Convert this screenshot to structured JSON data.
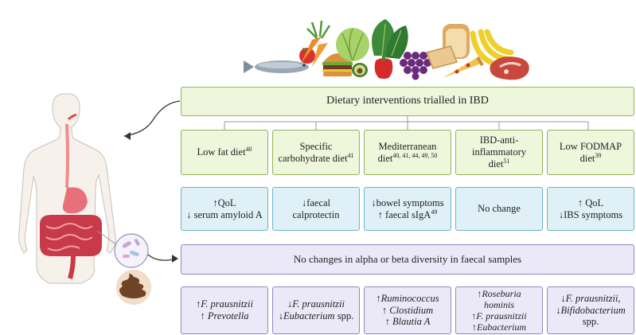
{
  "title": "Dietary interventions trialled in IBD",
  "diets": [
    {
      "name": "Low fat diet",
      "refs": "40"
    },
    {
      "name_l1": "Specific",
      "name_l2": "carbohydrate diet",
      "refs": "41"
    },
    {
      "name_l1": "Mediterranean",
      "name_l2": "diet",
      "refs": "40, 41, 44, 49, 50"
    },
    {
      "name_l1": "IBD-anti-",
      "name_l2": "inflammatory",
      "name_l3": "diet",
      "refs": "51"
    },
    {
      "name_l1": "Low FODMAP",
      "name_l2": "diet",
      "refs": "39"
    }
  ],
  "outcomes": [
    {
      "l1": "↑QoL",
      "l2": "↓ serum amyloid A"
    },
    {
      "l1": "↓faecal",
      "l2": "calprotectin"
    },
    {
      "l1": "↓bowel symptoms",
      "l2": "↑ faecal sIgA",
      "l2_ref": "49"
    },
    {
      "l1": "No change"
    },
    {
      "l1": "↑ QoL",
      "l2": "↓IBS symptoms"
    }
  ],
  "diversity": "No changes in alpha or beta diversity in faecal samples",
  "microbiota": [
    {
      "lines": [
        [
          "↑",
          "F. prausnitzii",
          ""
        ],
        [
          "↑ ",
          "Prevotella",
          ""
        ]
      ]
    },
    {
      "lines": [
        [
          "↓",
          "F. prausnitzii",
          ""
        ],
        [
          "↓",
          "Eubacterium",
          " spp."
        ]
      ]
    },
    {
      "lines": [
        [
          "↑",
          "Ruminococcus",
          ""
        ],
        [
          "↑ ",
          "Clostidium",
          ""
        ],
        [
          "↑ ",
          "Blautia A",
          ""
        ]
      ]
    },
    {
      "lines": [
        [
          "↑",
          "Roseburia",
          ""
        ],
        [
          "",
          "hominis",
          ""
        ],
        [
          "↑",
          "F. prausnitzii",
          ""
        ],
        [
          "↑",
          "Eubacterium",
          ""
        ]
      ]
    },
    {
      "lines": [
        [
          "↓",
          "F. prausnitzii,",
          ""
        ],
        [
          "↓",
          "Bifidobacterium",
          ""
        ],
        [
          "",
          "",
          "spp."
        ]
      ]
    }
  ],
  "colors": {
    "green_fill": "#eef6dc",
    "green_border": "#93b356",
    "blue_fill": "#dff1f7",
    "blue_border": "#69b4cb",
    "purple_fill": "#ebe9f7",
    "purple_border": "#8f88c2"
  }
}
